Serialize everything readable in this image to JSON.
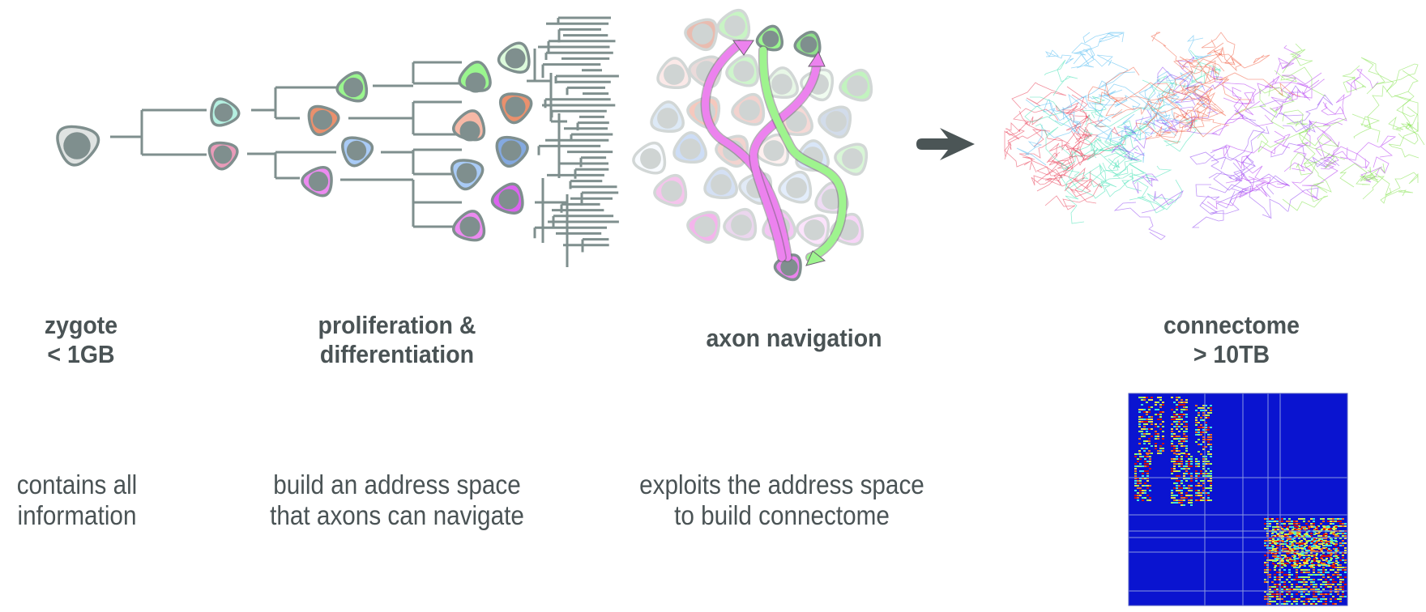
{
  "stages": [
    {
      "id": "zygote",
      "title": [
        "zygote",
        "< 1GB"
      ],
      "description": [
        "contains all",
        "information"
      ]
    },
    {
      "id": "proliferation",
      "title": [
        "proliferation &",
        "differentiation"
      ],
      "description": [
        "build an address space",
        "that axons can navigate"
      ]
    },
    {
      "id": "axon-navigation",
      "title": [
        "axon navigation"
      ],
      "description": [
        "exploits the address space",
        "to build connectome"
      ]
    },
    {
      "id": "connectome",
      "title": [
        "connectome",
        "> 10TB"
      ],
      "description": []
    }
  ],
  "colors": {
    "text": "#4a5355",
    "outline": "#7f8f8e",
    "nucleus": "#7f8f8e",
    "arrow": "#4b5556",
    "zygote_fill": "#dfe3e2",
    "mint": "#b5f0e1",
    "rose": "#e99bb9",
    "green": "#9af68e",
    "orange": "#ea906d",
    "light_blue": "#a9cbf6",
    "magenta": "#ec8af0",
    "pale_green": "#dcfadb",
    "salmon": "#f6b8a6",
    "mid_blue": "#84a9e0",
    "violet": "#dc62f0",
    "axon_pink": "#ec82ee",
    "axon_green": "#9ef48e",
    "matrix_bg": "#0a14d0"
  },
  "icons": {
    "flow_arrow": "right-arrow-icon"
  }
}
